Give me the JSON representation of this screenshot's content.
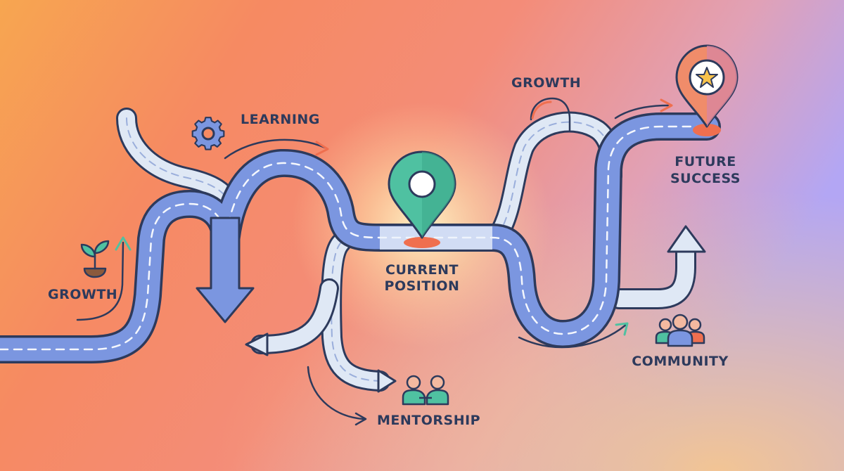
{
  "labels": {
    "growth_left": "GROWTH",
    "learning": "LEARNING",
    "current_line1": "CURRENT",
    "current_line2": "POSITION",
    "mentorship": "MENTORSHIP",
    "growth_top": "GROWTH",
    "future_line1": "FUTURE",
    "future_line2": "SUCCESS",
    "community": "COMMUNITY"
  },
  "colors": {
    "bg_left": "#f6a352",
    "bg_mid": "#f58a6c",
    "bg_right": "#b4a5f2",
    "ink": "#2d3a5c",
    "road_blue": "#7b96e0",
    "road_light": "#dfe8f5",
    "teal": "#4fc1a1",
    "orange": "#ef6f4f"
  },
  "icons": {
    "current_pin": "location-pin-icon",
    "future_pin": "star-pin-icon",
    "learning": "gear-icon",
    "growth_left": "sprout-icon",
    "mentorship": "handshake-people-icon",
    "community": "group-people-icon"
  }
}
